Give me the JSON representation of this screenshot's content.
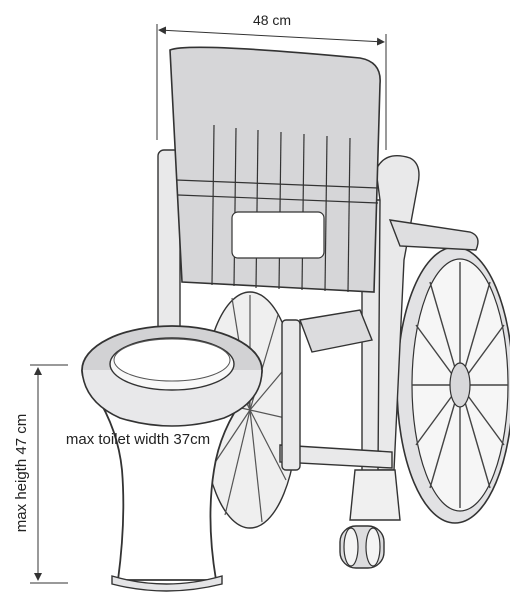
{
  "dimensions": {
    "width_label": "48 cm",
    "toilet_width_label": "max toilet width 37cm",
    "height_label": "max heigth 47 cm"
  },
  "colors": {
    "line": "#333333",
    "seat_fill": "#cfcfd2",
    "frame_fill": "#e9e9ea",
    "wheel_fill": "#f3f3f3",
    "shadow": "#bdbdc0"
  }
}
